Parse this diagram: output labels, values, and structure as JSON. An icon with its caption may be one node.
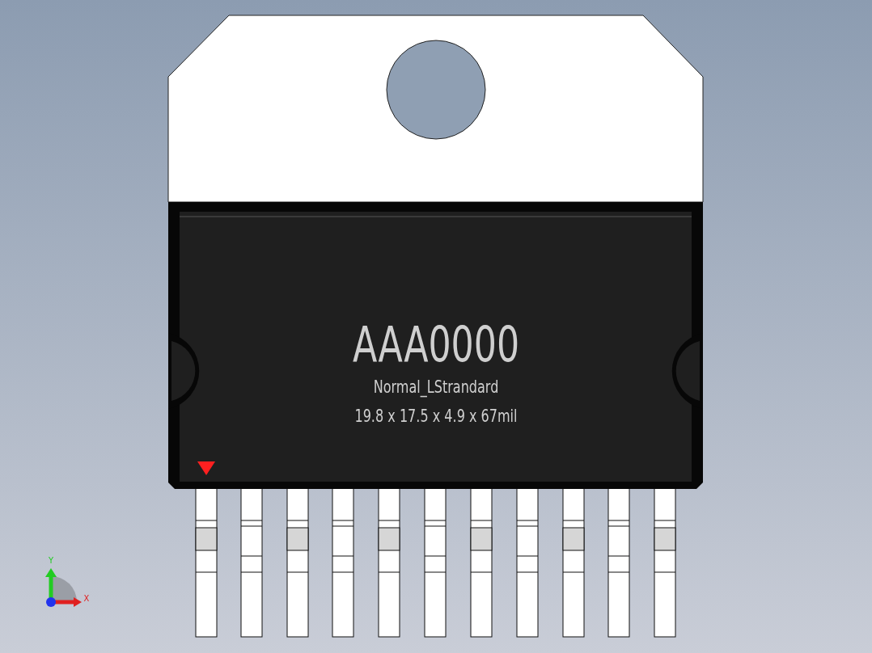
{
  "diagram": {
    "labels": [
      "AAA0000",
      "Normal_LStrandard",
      "19.8 x 17.5 x 4.9 x 67mil",
      "Y",
      "X"
    ]
  }
}
